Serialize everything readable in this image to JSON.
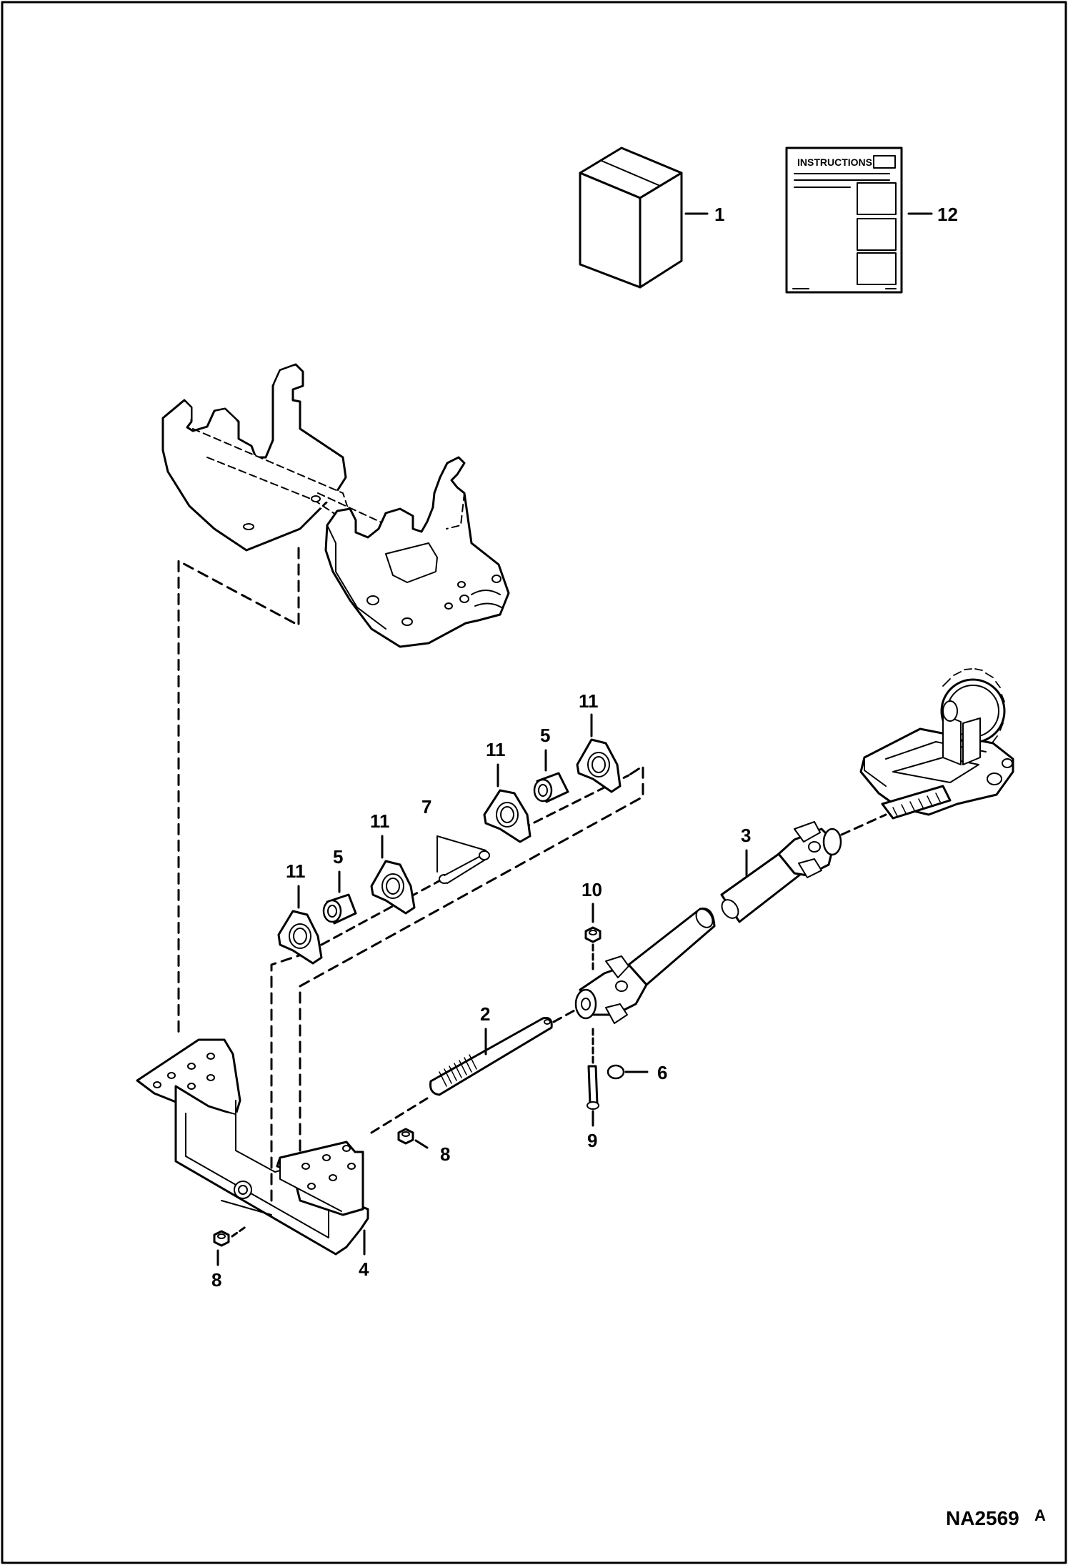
{
  "drawing": {
    "id": "NA2569",
    "revision": "A",
    "instructions_heading": "INSTRUCTIONS"
  },
  "callouts": {
    "c1": "1",
    "c2": "2",
    "c3": "3",
    "c4": "4",
    "c5a": "5",
    "c5b": "5",
    "c6": "6",
    "c7": "7",
    "c8a": "8",
    "c8b": "8",
    "c9": "9",
    "c10": "10",
    "c11a": "11",
    "c11b": "11",
    "c11c": "11",
    "c11d": "11",
    "c12": "12"
  }
}
